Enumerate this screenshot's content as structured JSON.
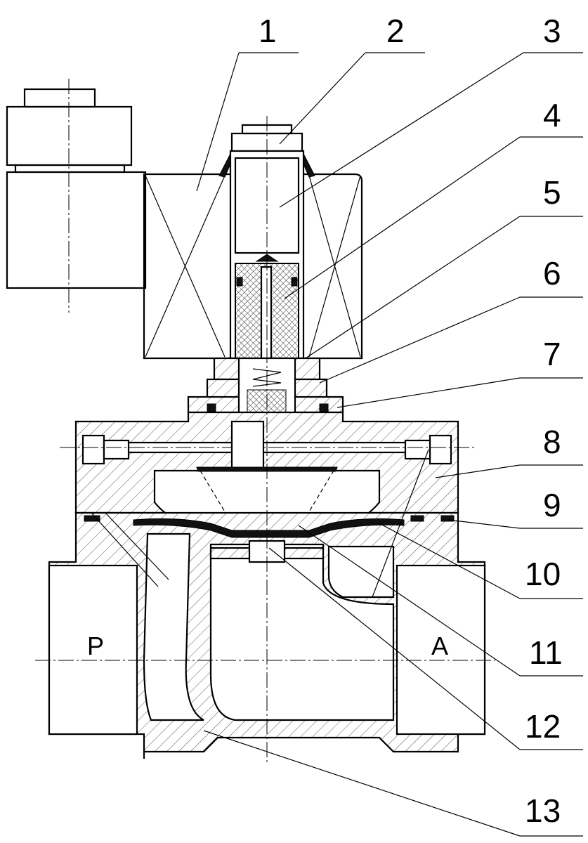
{
  "title": "Solenoid valve sectional drawing",
  "part_labels": [
    "1",
    "2",
    "3",
    "4",
    "5",
    "6",
    "7",
    "8",
    "9",
    "10",
    "11",
    "12",
    "13"
  ],
  "ports": {
    "inlet": "P",
    "outlet": "A"
  }
}
